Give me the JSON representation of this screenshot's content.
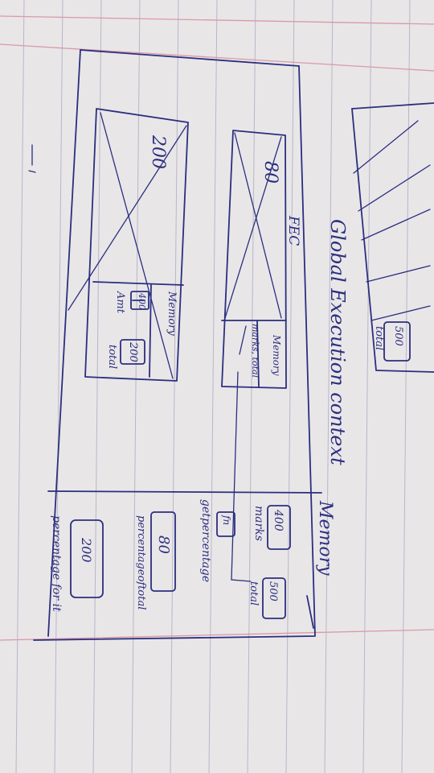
{
  "diagram": {
    "title": "Global Execution context",
    "memory_label": "Memory",
    "top_box": {
      "value": "500",
      "label": "total"
    },
    "gec_memory": [
      {
        "value": "400",
        "label": "marks"
      },
      {
        "value": "500",
        "label": "total"
      },
      {
        "value": "fn",
        "label": "getpercentage"
      },
      {
        "value": "80",
        "label": "percentageoftotal"
      },
      {
        "value": "200",
        "label": "percentage for it"
      }
    ],
    "fec1": {
      "title": "FEC",
      "code_value": "80",
      "memory_label": "Memory",
      "params": "marks, total"
    },
    "fec2": {
      "code_value": "200",
      "memory_label": "Memory",
      "amt": {
        "value": "400",
        "label": "Amt"
      },
      "total": {
        "value": "200",
        "label": "total"
      }
    }
  },
  "colors": {
    "ink": "#2a2f7e",
    "paper": "#e9e6e8",
    "margin_rule": "#d99aa6"
  }
}
